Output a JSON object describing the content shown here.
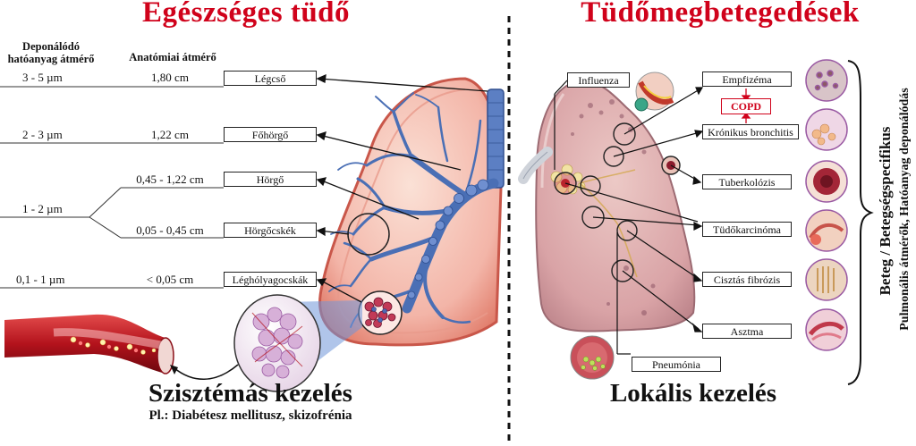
{
  "left": {
    "title": "Egészséges tüdő",
    "header_particle": "Deponálódó hatóanyag átmérő",
    "header_anatomical": "Anatómiai átmérő",
    "rows": [
      {
        "particle": "3 - 5 µm",
        "diameter": "1,80 cm",
        "label": "Légcső"
      },
      {
        "particle": "2 - 3 µm",
        "diameter": "1,22 cm",
        "label": "Főhörgő"
      },
      {
        "particle": "1 - 2 µm",
        "diameter": "0,45 - 1,22 cm",
        "label": "Hörgő"
      },
      {
        "particle": "",
        "diameter": "0,05 - 0,45 cm",
        "label": "Hörgőcskék"
      },
      {
        "particle": "0,1 - 1 µm",
        "diameter": "< 0,05 cm",
        "label": "Léghólyagocskák"
      }
    ],
    "bottom_title": "Szisztémás kezelés",
    "bottom_subtitle": "Pl.: Diabétesz mellitusz, skizofrénia"
  },
  "right": {
    "title": "Tüdőmegbetegedések",
    "influenza": "Influenza",
    "pneumonia": "Pneumónia",
    "diseases": [
      "Empfizéma",
      "Krónikus bronchitis",
      "Tuberkolózis",
      "Tüdőkarcinóma",
      "Cisztás fibrózis",
      "Asztma"
    ],
    "copd": "COPD",
    "vertical_main": "Beteg / Betegségspecifikus",
    "vertical_sub": "Pulmonális átmérők, Hatóanyag deponálódás",
    "bottom_title": "Lokális kezelés"
  },
  "colors": {
    "title_red": "#d0021b",
    "bronchi_blue": "#4a6fb5",
    "lung_pink": "#f3b5a8",
    "lung_outline": "#c9574a",
    "diseased_lung": "#d9a3a6"
  }
}
